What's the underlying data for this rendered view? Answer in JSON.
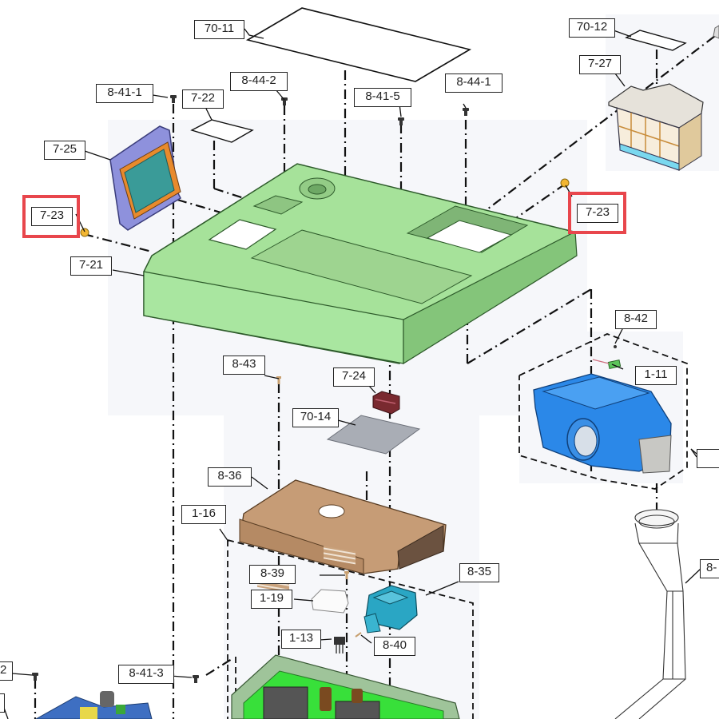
{
  "diagram": {
    "type": "exploded-parts-diagram",
    "highlight_color": "#e8464c",
    "marker_color": "#f2b632",
    "highlighted_part": "7-23",
    "callouts": [
      {
        "id": "70-11",
        "label": "70-11"
      },
      {
        "id": "70-12",
        "label": "70-12"
      },
      {
        "id": "8-41-1",
        "label": "8-41-1"
      },
      {
        "id": "7-22",
        "label": "7-22"
      },
      {
        "id": "8-44-2",
        "label": "8-44-2"
      },
      {
        "id": "8-41-5",
        "label": "8-41-5"
      },
      {
        "id": "8-44-1",
        "label": "8-44-1"
      },
      {
        "id": "7-27",
        "label": "7-27"
      },
      {
        "id": "7-25",
        "label": "7-25"
      },
      {
        "id": "7-23-left",
        "label": "7-23"
      },
      {
        "id": "7-23-right",
        "label": "7-23"
      },
      {
        "id": "7-21",
        "label": "7-21"
      },
      {
        "id": "8-42",
        "label": "8-42"
      },
      {
        "id": "1-11",
        "label": "1-11"
      },
      {
        "id": "8-43",
        "label": "8-43"
      },
      {
        "id": "7-24",
        "label": "7-24"
      },
      {
        "id": "70-14",
        "label": "70-14"
      },
      {
        "id": "8-36",
        "label": "8-36"
      },
      {
        "id": "1-16",
        "label": "1-16"
      },
      {
        "id": "8-39",
        "label": "8-39"
      },
      {
        "id": "8-35",
        "label": "8-35"
      },
      {
        "id": "1-19",
        "label": "1-19"
      },
      {
        "id": "1-13",
        "label": "1-13"
      },
      {
        "id": "8-40",
        "label": "8-40"
      },
      {
        "id": "8-41-3",
        "label": "8-41-3"
      },
      {
        "id": "edge-left-partial",
        "label": "2"
      },
      {
        "id": "edge-right-partial",
        "label": "8-"
      }
    ],
    "parts": {
      "top_cover": {
        "part": "7-21",
        "color": "#9ed990"
      },
      "filter_lid": {
        "part": "7-25",
        "color": "#7b7fd0",
        "accent": "#e8892a",
        "screen": "#3a9b98"
      },
      "filter_box": {
        "part": "7-27"
      },
      "connector": {
        "part": "7-24",
        "color": "#7a2a30"
      },
      "insulation_sheet": {
        "part": "70-14",
        "color": "#a9adb5"
      },
      "shield_plate": {
        "part": "8-36",
        "color": "#c49a74"
      },
      "blower_housing": {
        "part": "1-11 group",
        "color": "#2b88e8"
      },
      "duct": {
        "part": "8-"
      },
      "bracket": {
        "part": "8-35",
        "color": "#2aa6c4"
      },
      "pcb_board": {
        "part": "1-16",
        "color": "#9fc49a",
        "board": "#38e03a"
      },
      "clip": {
        "part": "1-19"
      },
      "transistor": {
        "part": "1-13"
      }
    }
  }
}
